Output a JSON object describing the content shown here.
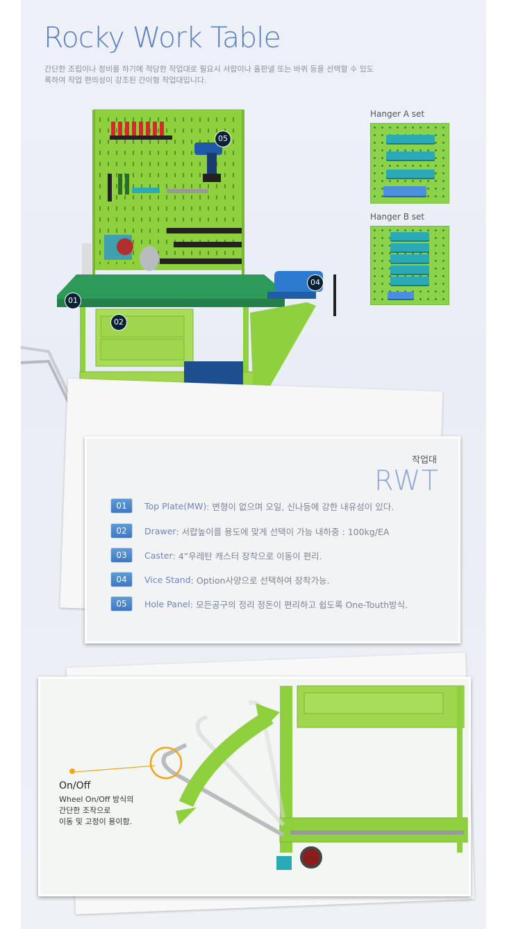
{
  "header": {
    "title": "Rocky Work Table",
    "description": "간단한 조립이나 정비를 하기에 적당한 작업대로 필요시 서랍이나 홀판넬 또는 바퀴 등을 선택할 수 있도록하여 작업 편의성이 강조된 간이형 작업대입니다."
  },
  "hangers": [
    {
      "label": "Hanger A set"
    },
    {
      "label": "Hanger B set"
    }
  ],
  "callouts": [
    "01",
    "02",
    "03",
    "04",
    "05"
  ],
  "product": {
    "category": "작업대",
    "model": "RWT",
    "features": [
      {
        "num": "01",
        "name": "Top Plate(MW)",
        "text": " : 변형이 없으며 오일, 신나등에 강한 내유성이 있다."
      },
      {
        "num": "02",
        "name": "Drawer",
        "text": " : 서랍높이를 용도에 맞게 선택이 가능 내하중 : 100kg/EA"
      },
      {
        "num": "03",
        "name": "Caster",
        "text": " : 4”우레탄 캐스터 장착으로 이동이 편리."
      },
      {
        "num": "04",
        "name": "Vice Stand",
        "text": " : Option사양으로 선택하여 장착가능."
      },
      {
        "num": "05",
        "name": "Hole Panel",
        "text": " : 모든공구의 정리 정돈이 편리하고 쉽도록 One-Touth방식."
      }
    ]
  },
  "onoff": {
    "title": "On/Off",
    "desc": "Wheel On/Off 방식의\n간단한 조작으로\n이동 및 고정이 용이함."
  },
  "colors": {
    "accent_blue": "#5b7fc3",
    "frame_green": "#8fd03f",
    "top_green": "#2e9a5a",
    "badge_dark": "#0b2135",
    "marker_orange": "#f2a51a"
  }
}
